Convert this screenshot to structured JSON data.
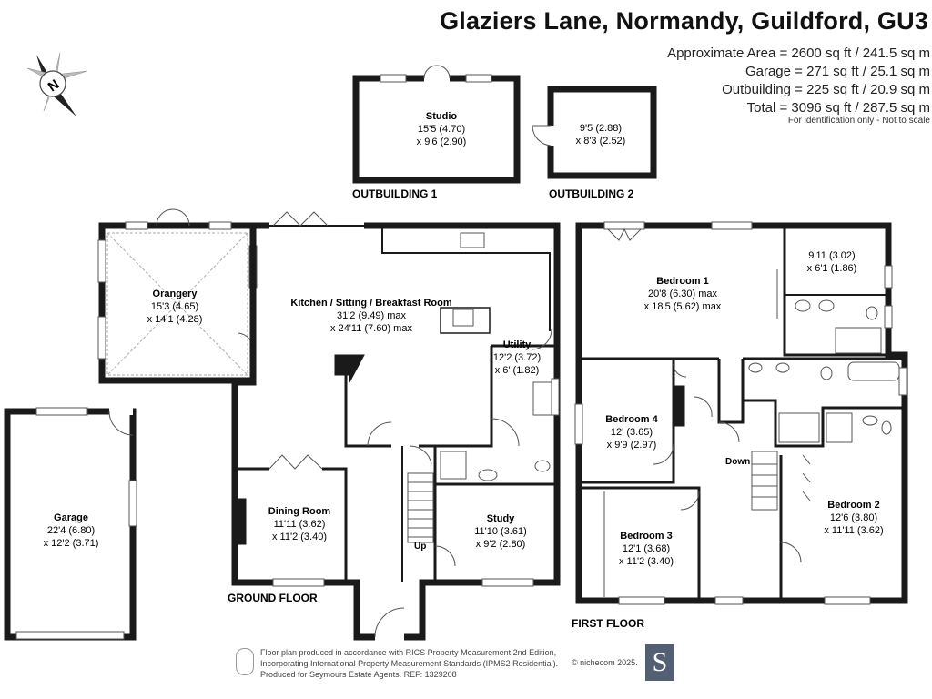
{
  "header": {
    "title": "Glaziers Lane, Normandy, Guildford, GU3",
    "areas": [
      "Approximate Area = 2600 sq ft / 241.5 sq m",
      "Garage = 271 sq ft / 25.1 sq m",
      "Outbuilding = 225 sq ft / 20.9 sq m",
      "Total = 3096 sq ft / 287.5 sq m"
    ],
    "note": "For identification only - Not to scale"
  },
  "compass": {
    "label": "N",
    "icon": "north-arrow-icon"
  },
  "rooms": {
    "studio": {
      "name": "Studio",
      "dim1": "15'5 (4.70)",
      "dim2": "x 9'6 (2.90)"
    },
    "outbuilding2_room": {
      "dim1": "9'5 (2.88)",
      "dim2": "x 8'3 (2.52)"
    },
    "orangery": {
      "name": "Orangery",
      "dim1": "15'3 (4.65)",
      "dim2": "x 14'1 (4.28)"
    },
    "kitchen": {
      "name": "Kitchen / Sitting / Breakfast Room",
      "dim1": "31'2 (9.49) max",
      "dim2": "x 24'11 (7.60) max"
    },
    "utility": {
      "name": "Utility",
      "dim1": "12'2 (3.72)",
      "dim2": "x 6' (1.82)"
    },
    "garage": {
      "name": "Garage",
      "dim1": "22'4 (6.80)",
      "dim2": "x 12'2 (3.71)"
    },
    "dining": {
      "name": "Dining Room",
      "dim1": "11'11 (3.62)",
      "dim2": "x 11'2 (3.40)"
    },
    "study": {
      "name": "Study",
      "dim1": "11'10 (3.61)",
      "dim2": "x 9'2 (2.80)"
    },
    "bedroom1": {
      "name": "Bedroom 1",
      "dim1": "20'8 (6.30) max",
      "dim2": "x 18'5 (5.62) max"
    },
    "ensuite_closet": {
      "dim1": "9'11 (3.02)",
      "dim2": "x 6'1 (1.86)"
    },
    "bedroom4": {
      "name": "Bedroom 4",
      "dim1": "12' (3.65)",
      "dim2": "x 9'9 (2.97)"
    },
    "bedroom3": {
      "name": "Bedroom 3",
      "dim1": "12'1 (3.68)",
      "dim2": "x 11'2 (3.40)"
    },
    "bedroom2": {
      "name": "Bedroom 2",
      "dim1": "12'6 (3.80)",
      "dim2": "x 11'11 (3.62)"
    }
  },
  "floor_labels": {
    "outbuilding1": "OUTBUILDING 1",
    "outbuilding2": "OUTBUILDING 2",
    "ground": "GROUND FLOOR",
    "first": "FIRST FLOOR"
  },
  "stairs": {
    "up": "Up",
    "down": "Down"
  },
  "footer": {
    "lines": [
      "Floor plan produced in accordance with RICS Property Measurement 2nd Edition,",
      "Incorporating International Property Measurement Standards (IPMS2 Residential).",
      "Produced for Seymours Estate Agents.   REF: 1329208"
    ],
    "copyright": "© nichecom 2025.",
    "logo_letter": "S"
  }
}
